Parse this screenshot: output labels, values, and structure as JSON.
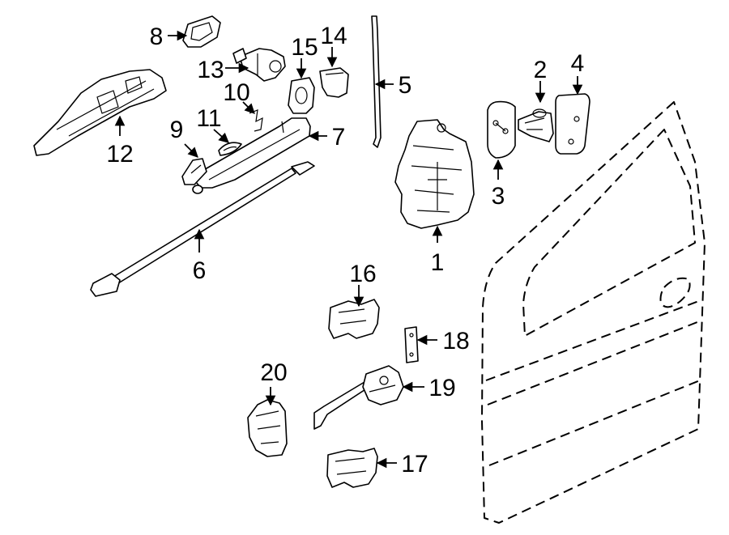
{
  "callouts": {
    "p1": "1",
    "p2": "2",
    "p3": "3",
    "p4": "4",
    "p5": "5",
    "p6": "6",
    "p7": "7",
    "p8": "8",
    "p9": "9",
    "p10": "10",
    "p11": "11",
    "p12": "12",
    "p13": "13",
    "p14": "14",
    "p15": "15",
    "p16": "16",
    "p17": "17",
    "p18": "18",
    "p19": "19",
    "p20": "20"
  }
}
